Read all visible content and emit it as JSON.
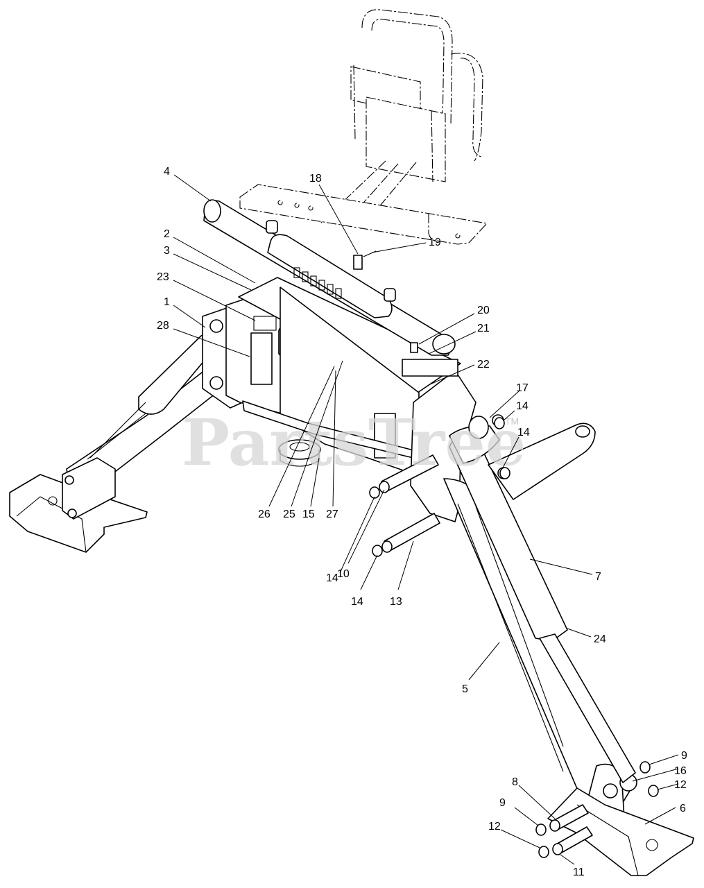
{
  "watermark": {
    "text": "PartsTree",
    "tm": "TM"
  },
  "callouts": [
    {
      "id": "c4",
      "label": "4"
    },
    {
      "id": "c18",
      "label": "18"
    },
    {
      "id": "c19",
      "label": "19"
    },
    {
      "id": "c2",
      "label": "2"
    },
    {
      "id": "c3",
      "label": "3"
    },
    {
      "id": "c23",
      "label": "23"
    },
    {
      "id": "c1",
      "label": "1"
    },
    {
      "id": "c28",
      "label": "28"
    },
    {
      "id": "c20",
      "label": "20"
    },
    {
      "id": "c21",
      "label": "21"
    },
    {
      "id": "c22",
      "label": "22"
    },
    {
      "id": "c17",
      "label": "17"
    },
    {
      "id": "c14a",
      "label": "14"
    },
    {
      "id": "c14b",
      "label": "14"
    },
    {
      "id": "c26",
      "label": "26"
    },
    {
      "id": "c25",
      "label": "25"
    },
    {
      "id": "c15",
      "label": "15"
    },
    {
      "id": "c27",
      "label": "27"
    },
    {
      "id": "c14c",
      "label": "14"
    },
    {
      "id": "c10",
      "label": "10"
    },
    {
      "id": "c14d",
      "label": "14"
    },
    {
      "id": "c13",
      "label": "13"
    },
    {
      "id": "c7",
      "label": "7"
    },
    {
      "id": "c24",
      "label": "24"
    },
    {
      "id": "c5",
      "label": "5"
    },
    {
      "id": "c9a",
      "label": "9"
    },
    {
      "id": "c16",
      "label": "16"
    },
    {
      "id": "c12a",
      "label": "12"
    },
    {
      "id": "c8",
      "label": "8"
    },
    {
      "id": "c9b",
      "label": "9"
    },
    {
      "id": "c6",
      "label": "6"
    },
    {
      "id": "c12b",
      "label": "12"
    },
    {
      "id": "c11",
      "label": "11"
    }
  ]
}
